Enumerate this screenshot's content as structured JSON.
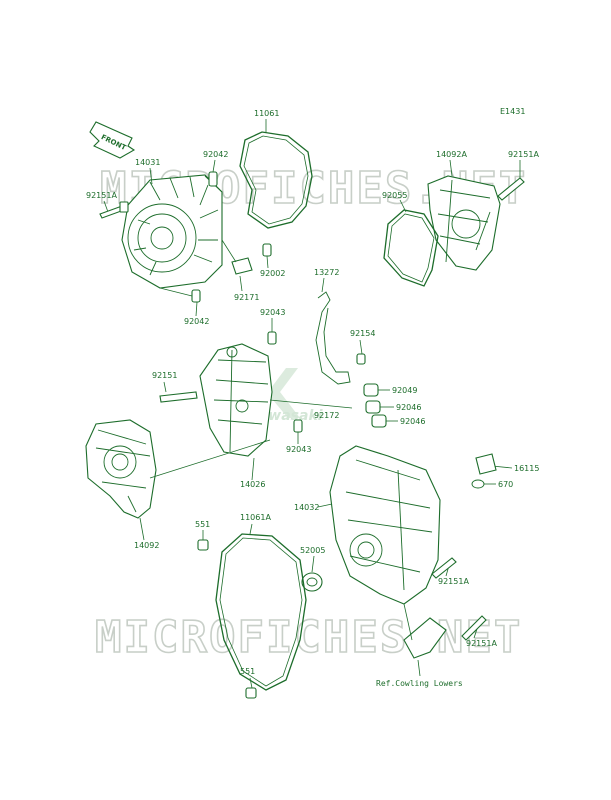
{
  "diagram_id": "E1431",
  "front_label": "FRONT",
  "watermarks": [
    "MICROFICHES.NET",
    "MICROFICHES.NET"
  ],
  "brand_watermark": "Kawasaki",
  "ref_note": "Ref.Cowling Lowers",
  "labels": {
    "l11061": "11061",
    "l14031": "14031",
    "l92042a": "92042",
    "l92151a_tl": "92151A",
    "l92002": "92002",
    "l92171": "92171",
    "l92042b": "92042",
    "l14092a": "14092A",
    "l92151a_tr": "92151A",
    "l92055": "92055",
    "l13272": "13272",
    "l92043a": "92043",
    "l92154": "92154",
    "l92151": "92151",
    "l92049": "92049",
    "l92046a": "92046",
    "l92172": "92172",
    "l92046b": "92046",
    "l92043b": "92043",
    "l14026": "14026",
    "l16115": "16115",
    "l670": "670",
    "l14092": "14092",
    "l14032": "14032",
    "l551a": "551",
    "l11061a": "11061A",
    "l52005": "52005",
    "l92151a_m": "92151A",
    "l92151a_b": "92151A",
    "l551b": "551"
  },
  "colors": {
    "line": "#1d6d2b",
    "watermark": "#c8cfc8",
    "background": "#ffffff"
  }
}
